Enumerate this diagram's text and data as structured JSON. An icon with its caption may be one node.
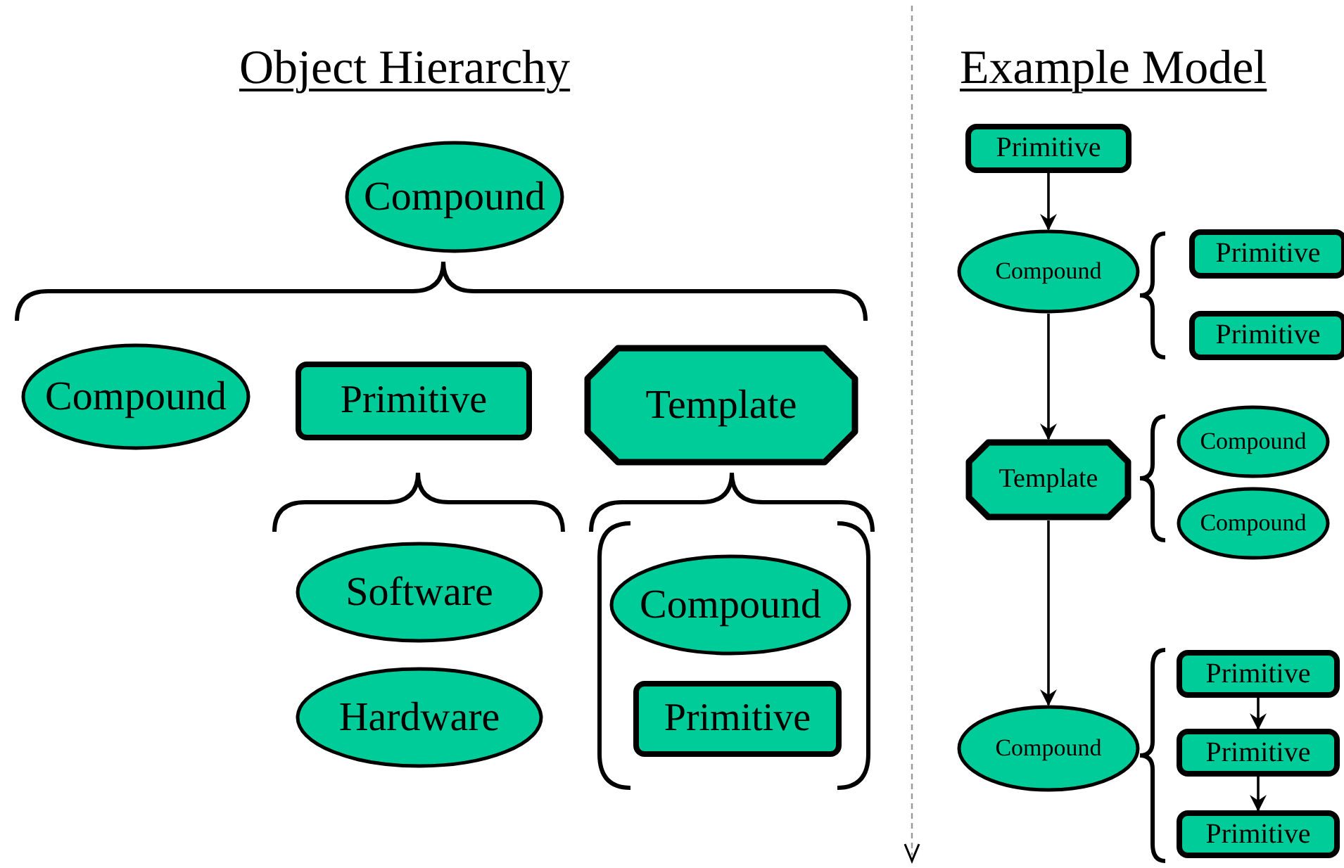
{
  "diagram": {
    "nodes": [
      {
        "text": [
          "Compound"
        ]
      },
      {
        "text": [
          "Compound"
        ]
      },
      {
        "text": [
          "Primitive"
        ]
      },
      {
        "text": [
          "Template"
        ]
      },
      {
        "text": [
          "Software"
        ]
      },
      {
        "text": [
          "Hardware"
        ]
      },
      {
        "text": [
          "Compound"
        ]
      },
      {
        "text": [
          "Primitive"
        ]
      },
      {
        "text": [
          "Primitive"
        ]
      },
      {
        "text": [
          "Compound"
        ]
      },
      {
        "text": [
          "Primitive"
        ]
      },
      {
        "text": [
          "Primitive"
        ]
      },
      {
        "text": [
          "Template"
        ]
      },
      {
        "text": [
          "Compound"
        ]
      },
      {
        "text": [
          "Compound"
        ]
      },
      {
        "text": [
          "Compound"
        ]
      },
      {
        "text": [
          "Primitive"
        ]
      },
      {
        "text": [
          "Primitive"
        ]
      },
      {
        "text": [
          "Primitive"
        ]
      }
    ],
    "edges": [
      {
        "from": 8,
        "to": 9,
        "arrow": "to"
      },
      {
        "from": 9,
        "to": 12,
        "arrow": "to"
      },
      {
        "from": 12,
        "to": 15,
        "arrow": "to"
      },
      {
        "from": 16,
        "to": 17,
        "arrow": "to"
      },
      {
        "from": 17,
        "to": 18,
        "arrow": "to"
      }
    ],
    "labels": [
      "Object Hierarchy",
      "Example Model"
    ]
  }
}
